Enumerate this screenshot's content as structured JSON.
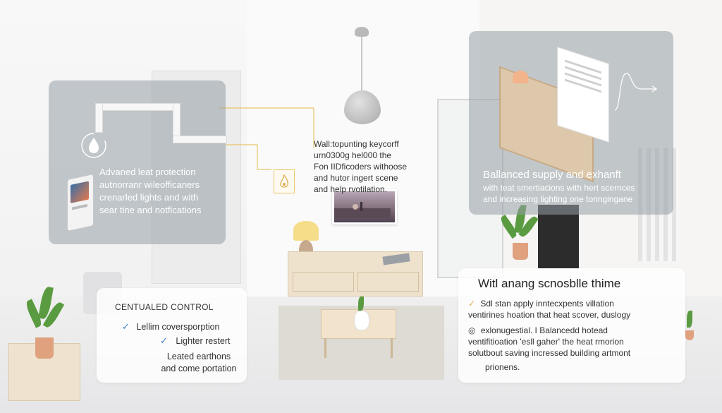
{
  "left_card": {
    "lines": [
      "Advaned leat protection",
      "autnorranr wileofficaners",
      "crenarled lights and with",
      "sear tine and notfications"
    ]
  },
  "center_note": {
    "lines": [
      "Wall:topunting keycorff",
      "urn0300g hel000 the",
      "Fon IIDficoders withoose",
      "and hutor ingert scene",
      "and help rvotilation."
    ]
  },
  "top_right_card": {
    "title": "Ballanced supply and exhanft",
    "lines": [
      "with teat smertiacions with hert scernces",
      "and increasing lighting one tonngingane"
    ]
  },
  "bottom_left_card": {
    "title": "CENTUALED CONTROL",
    "items": [
      {
        "check": "✓",
        "text": "Lellim coversporption"
      },
      {
        "check": "✓",
        "text": "Lighter restert"
      }
    ],
    "lines": [
      "Leated earthons",
      "and come portation"
    ]
  },
  "bottom_right_card": {
    "title": "Witl anang scnosblle thime",
    "para1": [
      "Sdl stan apply inntecxpents villation",
      "ventirines hoation that heat scover, duslogy"
    ],
    "para2": [
      "exlonugestial. I Balancedd hotead",
      "ventifitioation 'esll gaher' the heat rmorion",
      "solutbout saving incressed building artmont",
      "prionens."
    ],
    "check_mark": "✓",
    "bullet": "◎"
  },
  "colors": {
    "accent_line": "#e8c66a",
    "card_dark": "#969ea5",
    "check": "#3a7ec2"
  },
  "icons": [
    "water-drop-icon",
    "thermostat-icon",
    "flame-icon",
    "arrow-right-icon"
  ]
}
